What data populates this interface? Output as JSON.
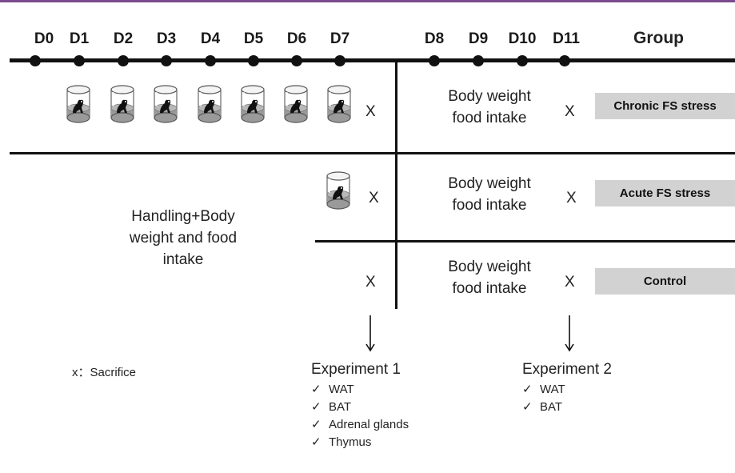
{
  "colors": {
    "top_rule": "#7b4a8f",
    "group_box": "#d2d2d2",
    "line": "#111111"
  },
  "timeline": {
    "days": [
      "D0",
      "D1",
      "D2",
      "D3",
      "D4",
      "D5",
      "D6",
      "D7",
      "D8",
      "D9",
      "D10",
      "D11"
    ],
    "group_header": "Group"
  },
  "rows": [
    {
      "group_label": "Chronic FS stress",
      "left_marker": "X",
      "measure": [
        "Body weight",
        "food intake"
      ],
      "right_marker": "X",
      "swim_cylinders": 7
    },
    {
      "group_label": "Acute FS stress",
      "left_marker": "X",
      "measure": [
        "Body weight",
        "food intake"
      ],
      "right_marker": "X",
      "swim_cylinders": 1
    },
    {
      "group_label": "Control",
      "left_marker": "X",
      "measure": [
        "Body weight",
        "food intake"
      ],
      "right_marker": "X",
      "swim_cylinders": 0
    }
  ],
  "handling_text": [
    "Handling+Body",
    "weight and food",
    "intake"
  ],
  "legend": "x：Sacrifice",
  "experiments": [
    {
      "title": "Experiment 1",
      "items": [
        "WAT",
        "BAT",
        "Adrenal glands",
        "Thymus"
      ]
    },
    {
      "title": "Experiment 2",
      "items": [
        "WAT",
        "BAT"
      ]
    }
  ],
  "check_glyph": "✓"
}
